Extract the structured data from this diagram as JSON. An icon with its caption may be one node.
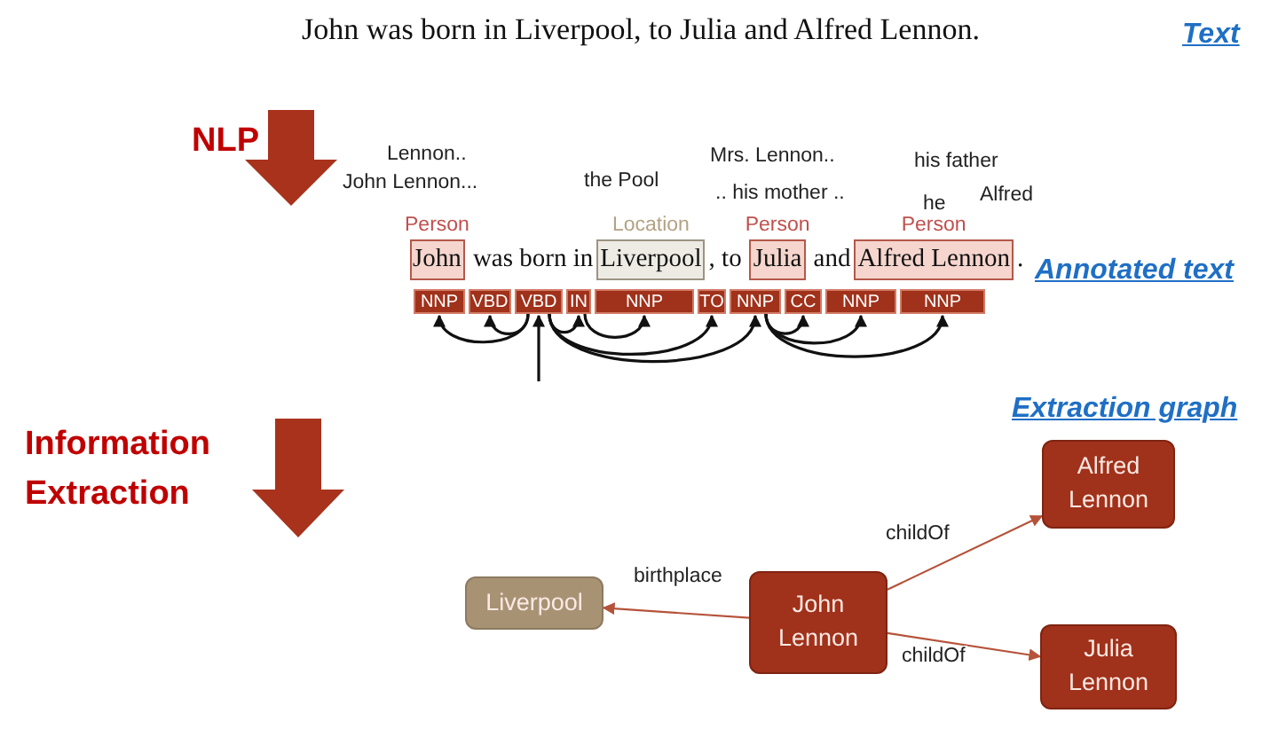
{
  "diagram": {
    "nodes": [
      {
        "text": [
          "Person",
          "John"
        ]
      },
      {
        "text": [
          "Location",
          "Liverpool"
        ]
      },
      {
        "text": [
          "Person",
          "Julia"
        ]
      },
      {
        "text": [
          "Person",
          "Alfred Lennon"
        ]
      },
      {
        "text": [
          "NNP"
        ]
      },
      {
        "text": [
          "VBD"
        ]
      },
      {
        "text": [
          "VBD"
        ]
      },
      {
        "text": [
          "IN"
        ]
      },
      {
        "text": [
          "NNP"
        ]
      },
      {
        "text": [
          "TO"
        ]
      },
      {
        "text": [
          "NNP"
        ]
      },
      {
        "text": [
          "CC"
        ]
      },
      {
        "text": [
          "NNP"
        ]
      },
      {
        "text": [
          "NNP"
        ]
      },
      {
        "text": [
          "Liverpool"
        ]
      },
      {
        "text": [
          "John Lennon"
        ]
      },
      {
        "text": [
          "Alfred Lennon"
        ]
      },
      {
        "text": [
          "Julia Lennon"
        ]
      }
    ],
    "edges": [
      {
        "from": 6,
        "to": 4,
        "arrow": "to"
      },
      {
        "from": 6,
        "to": 5,
        "arrow": "to"
      },
      {
        "from": null,
        "to": 6,
        "arrow": "to"
      },
      {
        "from": 6,
        "to": 7,
        "arrow": "to"
      },
      {
        "from": 7,
        "to": 8,
        "arrow": "to"
      },
      {
        "from": 6,
        "to": 9,
        "arrow": "to"
      },
      {
        "from": 6,
        "to": 10,
        "arrow": "to"
      },
      {
        "from": 10,
        "to": 11,
        "arrow": "to"
      },
      {
        "from": 10,
        "to": 12,
        "arrow": "to"
      },
      {
        "from": 10,
        "to": 13,
        "arrow": "to"
      },
      {
        "from": 15,
        "to": 14,
        "arrow": "to",
        "label": "birthplace",
        "color": "#b5533a"
      },
      {
        "from": 15,
        "to": 16,
        "arrow": "to",
        "label": "childOf",
        "color": "#b5533a"
      },
      {
        "from": 15,
        "to": 17,
        "arrow": "to",
        "label": "childOf",
        "color": "#b5533a"
      }
    ],
    "labels": [
      "John was born in Liverpool, to Julia and Alfred Lennon.",
      "Text",
      "NLP",
      "Lennon..",
      "John Lennon...",
      "the Pool",
      "Mrs. Lennon..",
      "his father",
      ".. his mother ..",
      "he",
      "Alfred",
      "was born in",
      ", to",
      "and",
      ".",
      "Annotated text",
      "Information Extraction",
      "Extraction graph"
    ]
  }
}
